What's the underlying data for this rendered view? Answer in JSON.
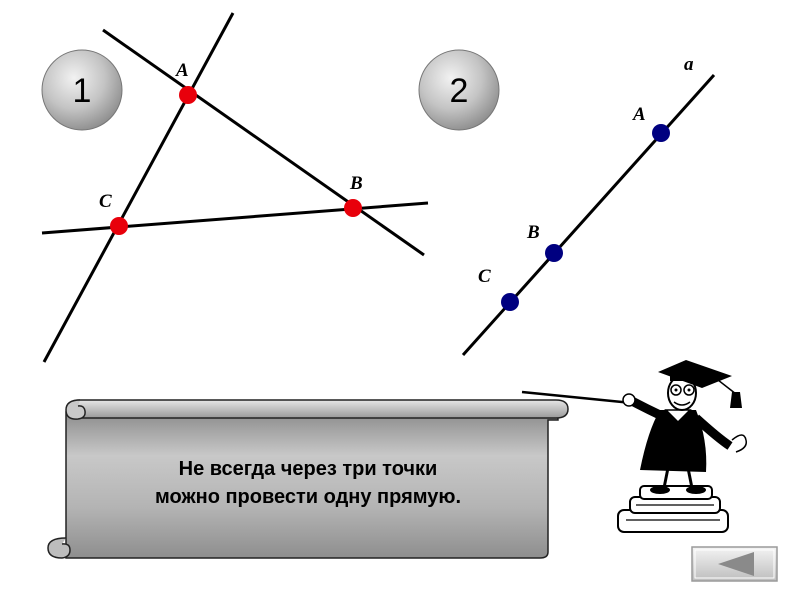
{
  "figure1": {
    "badge": "1",
    "points": [
      {
        "label": "A",
        "color": "#e8000b"
      },
      {
        "label": "B",
        "color": "#e8000b"
      },
      {
        "label": "C",
        "color": "#e8000b"
      }
    ]
  },
  "figure2": {
    "badge": "2",
    "line_label": "a",
    "points": [
      {
        "label": "A",
        "color": "#000080"
      },
      {
        "label": "B",
        "color": "#000080"
      },
      {
        "label": "C",
        "color": "#000080"
      }
    ]
  },
  "scroll": {
    "line1": "Не всегда через три точки",
    "line2": "можно провести одну прямую."
  },
  "nav": {
    "back_icon": "triangle-left-icon"
  },
  "colors": {
    "badge_fill": "#b5b5b5",
    "scroll_fill": "#a9a9a9"
  }
}
